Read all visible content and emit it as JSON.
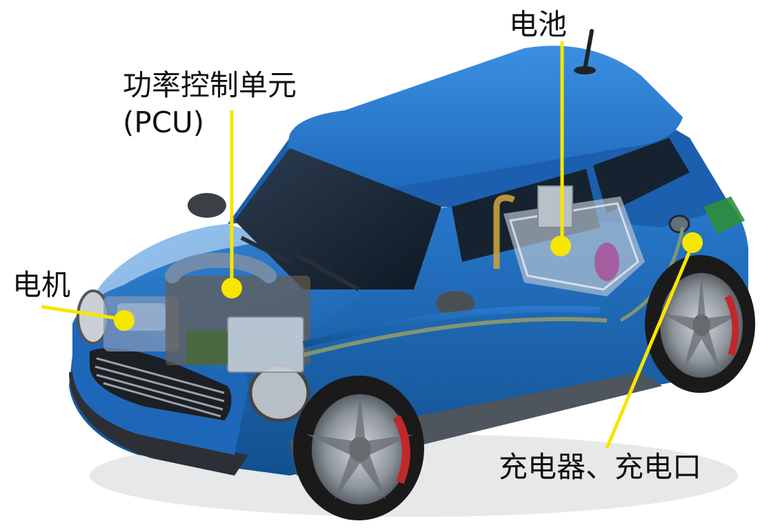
{
  "labels": {
    "pcu_line1": "功率控制单元",
    "pcu_line2": "(PCU)",
    "battery": "电池",
    "motor": "电机",
    "charger": "充电器、充电口"
  },
  "colors": {
    "leader": "#f7e600",
    "body": "#1f6fc4",
    "body_dark": "#12508f",
    "body_light": "#3a8ee0",
    "tire": "#1a1a1a",
    "rim": "#9aa0a6",
    "caliper": "#c0282a",
    "glass": "#1b2a3a",
    "parts": "#b8c2cc",
    "pipe": "#8f9a6a",
    "charger_box": "#2f8f3a"
  }
}
